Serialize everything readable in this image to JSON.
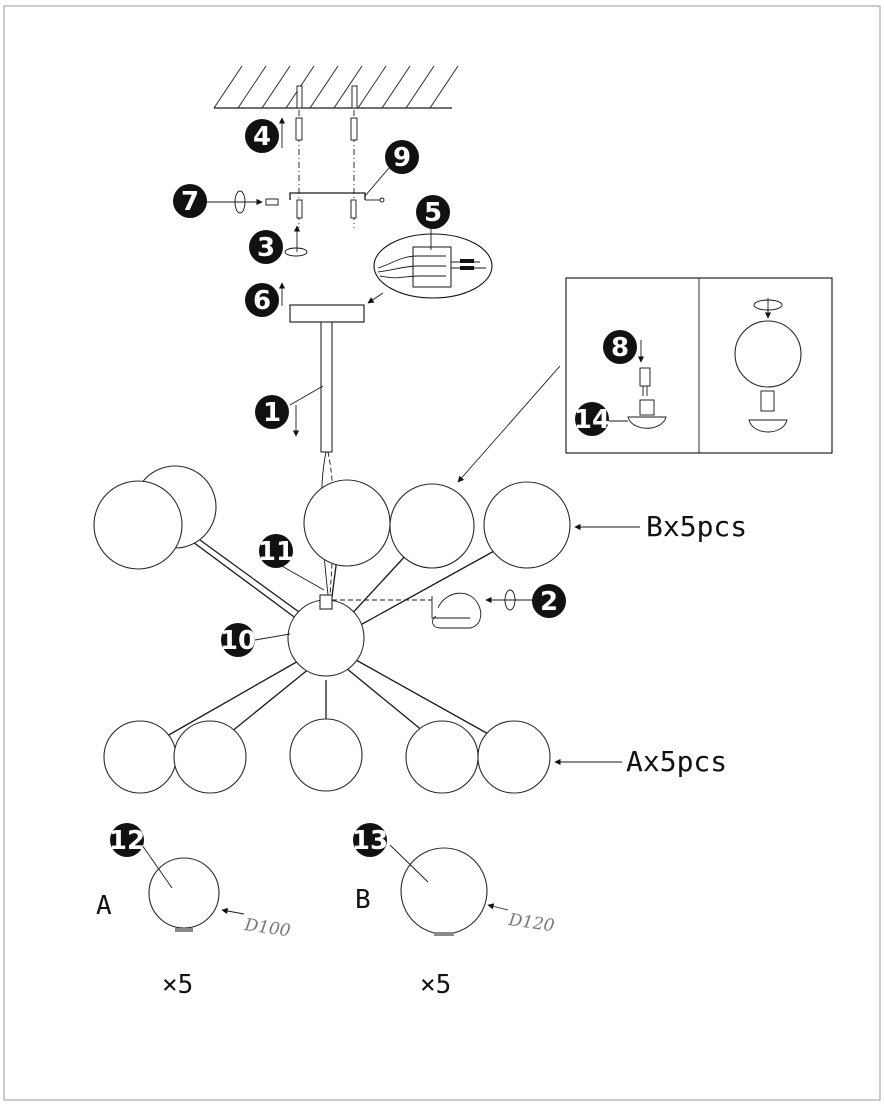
{
  "labels": {
    "b_callout": "Bx5pcs",
    "a_callout": "Ax5pcs",
    "shade_a_letter": "A",
    "shade_b_letter": "B",
    "shade_a_dim": "D100",
    "shade_b_dim": "D120",
    "shade_a_qty": "×5",
    "shade_b_qty": "×5"
  },
  "badges": {
    "b1": "1",
    "b2": "2",
    "b3": "3",
    "b4": "4",
    "b5": "5",
    "b6": "6",
    "b7": "7",
    "b8": "8",
    "b9": "9",
    "b10": "10",
    "b11": "11",
    "b12": "12",
    "b13": "13",
    "b14": "14"
  },
  "colors": {
    "ink": "#111111",
    "dim_text": "#777777",
    "frame": "#999999"
  }
}
